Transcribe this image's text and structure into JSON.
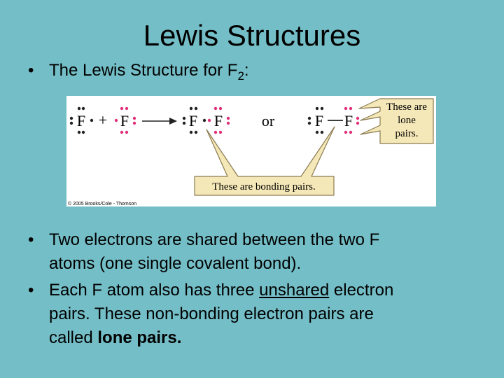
{
  "slide": {
    "title": "Lewis Structures",
    "bullets": {
      "b1": {
        "marker": "•",
        "text": "The Lewis Structure for F",
        "subscript": "2",
        "after": ":"
      },
      "b2": {
        "marker": "•",
        "line1": "Two electrons are shared between the two F",
        "line2": "atoms (one single covalent bond)."
      },
      "b3": {
        "marker": "•",
        "line1_pre": "Each F atom also has three ",
        "line1_underlined": "unshared",
        "line1_post": " electron",
        "line2": "pairs.  These non-bonding electron pairs are",
        "line3_pre": "called ",
        "line3_bold": "lone pairs."
      }
    }
  },
  "figure": {
    "atom_symbol": "F",
    "plus": "+",
    "or": "or",
    "callout_lone": {
      "line1": "These are",
      "line2": "lone",
      "line3": "pairs."
    },
    "callout_bonding": "These are bonding pairs.",
    "copyright": "© 2005 Brooks/Cole - Thomson",
    "colors": {
      "electron_dark": "#222222",
      "electron_lone_pink": "#e0307a",
      "callout_fill": "#f5e8b8",
      "callout_stroke": "#8a7a50"
    }
  }
}
